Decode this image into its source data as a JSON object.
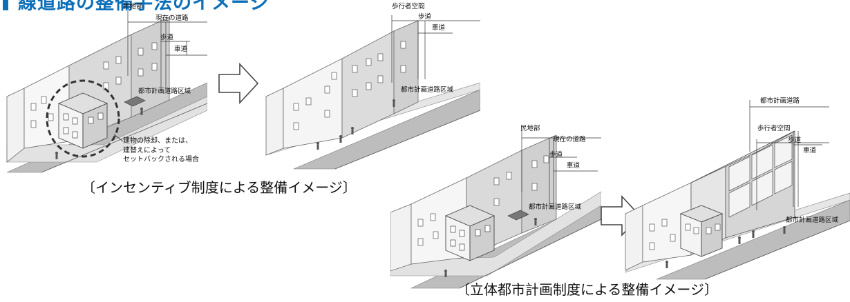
{
  "title": "線道路の整備手法のイメージ",
  "scene1": {
    "labels": {
      "private_land": "民地部",
      "current_road": "現在の道路",
      "sidewalk": "歩道",
      "roadway": "車道",
      "city_planned_road_area": "都市計画道路区域",
      "note": "建物の除却、または、\n建替えによって\nセットバックされる場合"
    }
  },
  "scene2": {
    "labels": {
      "pedestrian_space": "歩行者空間",
      "sidewalk": "歩道",
      "roadway": "車道",
      "city_planned_road_area": "都市計画道路区域"
    }
  },
  "scene3": {
    "labels": {
      "private_land": "民地部",
      "current_road": "現在の道路",
      "sidewalk": "歩道",
      "roadway": "車道",
      "city_planned_road_area": "都市計画道路区域"
    }
  },
  "scene4": {
    "labels": {
      "city_planned_road": "都市計画道路",
      "pedestrian_space": "歩行者空間",
      "sidewalk": "歩道",
      "roadway": "車道",
      "city_planned_road_area": "都市計画道路区域"
    }
  },
  "captions": {
    "incentive": "〔インセンティブ制度による整備イメージ〕",
    "three_dimensional": "〔立体都市計画制度による整備イメージ〕"
  }
}
